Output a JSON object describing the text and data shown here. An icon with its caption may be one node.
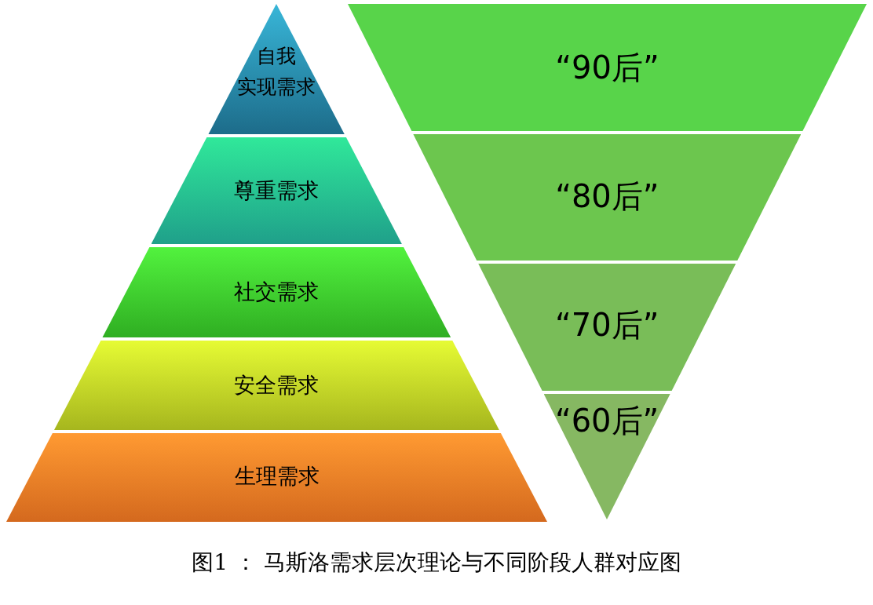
{
  "diagram": {
    "caption": "图1 ： 马斯洛需求层次理论与不同阶段人群对应图",
    "nodes": [
      {
        "text": [
          "自我实现需求"
        ]
      },
      {
        "text": [
          "尊重需求"
        ]
      },
      {
        "text": [
          "社交需求"
        ]
      },
      {
        "text": [
          "安全需求"
        ]
      },
      {
        "text": [
          "生理需求"
        ]
      },
      {
        "text": [
          "“90后”"
        ]
      },
      {
        "text": [
          "“80后”"
        ]
      },
      {
        "text": [
          "“70后”"
        ]
      },
      {
        "text": [
          "“60后”"
        ]
      }
    ],
    "edges": []
  }
}
